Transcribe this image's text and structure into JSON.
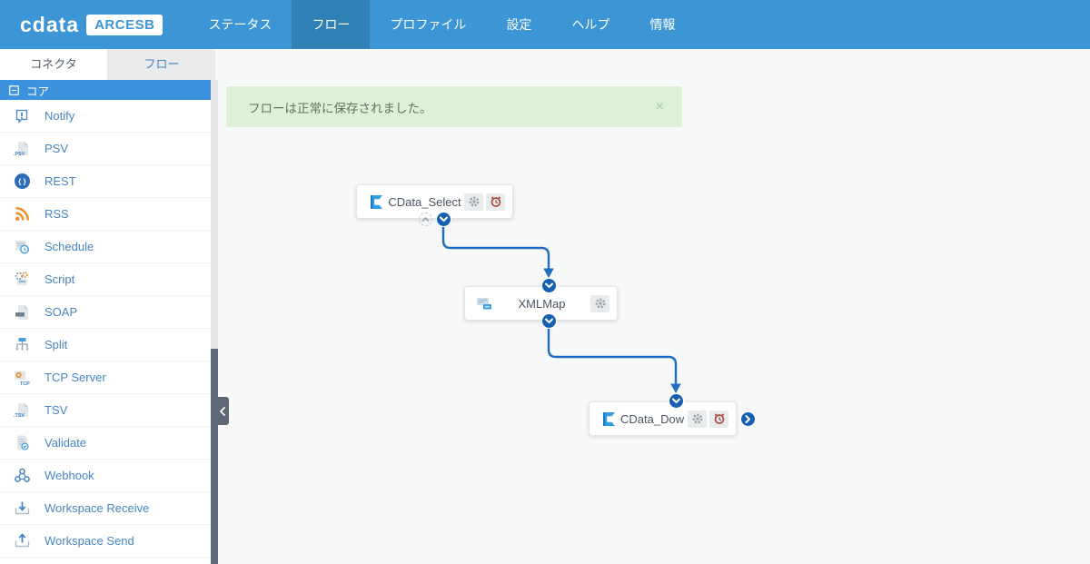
{
  "navbar": {
    "logo_text": "cdata",
    "logo_badge": "ARCESB",
    "items": [
      {
        "label": "ステータス",
        "active": false
      },
      {
        "label": "フロー",
        "active": true
      },
      {
        "label": "プロファイル",
        "active": false
      },
      {
        "label": "設定",
        "active": false
      },
      {
        "label": "ヘルプ",
        "active": false
      },
      {
        "label": "情報",
        "active": false
      }
    ]
  },
  "sidebar": {
    "tabs": [
      {
        "label": "コネクタ",
        "active": true
      },
      {
        "label": "フロー",
        "active": false
      }
    ],
    "section_header": {
      "label": "コア"
    },
    "items": [
      {
        "label": "Notify",
        "icon": "notify-icon"
      },
      {
        "label": "PSV",
        "icon": "psv-file-icon"
      },
      {
        "label": "REST",
        "icon": "rest-icon"
      },
      {
        "label": "RSS",
        "icon": "rss-icon"
      },
      {
        "label": "Schedule",
        "icon": "schedule-icon"
      },
      {
        "label": "Script",
        "icon": "script-icon"
      },
      {
        "label": "SOAP",
        "icon": "soap-file-icon"
      },
      {
        "label": "Split",
        "icon": "split-icon"
      },
      {
        "label": "TCP Server",
        "icon": "tcp-server-icon"
      },
      {
        "label": "TSV",
        "icon": "tsv-file-icon"
      },
      {
        "label": "Validate",
        "icon": "validate-icon"
      },
      {
        "label": "Webhook",
        "icon": "webhook-icon"
      },
      {
        "label": "Workspace Receive",
        "icon": "workspace-receive-icon"
      },
      {
        "label": "Workspace Send",
        "icon": "workspace-send-icon"
      }
    ]
  },
  "alert": {
    "message": "フローは正常に保存されました。",
    "close": "×"
  },
  "canvas": {
    "nodes": [
      {
        "label": "CData_Select",
        "actions": [
          "settings",
          "schedule"
        ]
      },
      {
        "label": "XMLMap",
        "actions": [
          "settings"
        ]
      },
      {
        "label": "CData_Downl...",
        "actions": [
          "settings",
          "schedule"
        ]
      }
    ]
  },
  "icon_text": {
    "file_psv": ".PSV",
    "file_tsv": ".TSV",
    "tcp_label": "TCP",
    "notify_mark": "!",
    "rest_braces": "{ }"
  },
  "colors": {
    "navbar_blue": "#3c95d5",
    "navbar_active": "#2f81b5",
    "sidebar_link": "#4686c6",
    "section_header_blue": "#3c92dc",
    "alert_bg": "#dff0d8",
    "alert_text": "#5f7360",
    "connector_line": "#1f6dbf",
    "anchor_blue": "#1660b2",
    "scroll_thumb": "#5c6875",
    "schedule_red": "#a8423c",
    "rss_orange": "#f08a24"
  }
}
